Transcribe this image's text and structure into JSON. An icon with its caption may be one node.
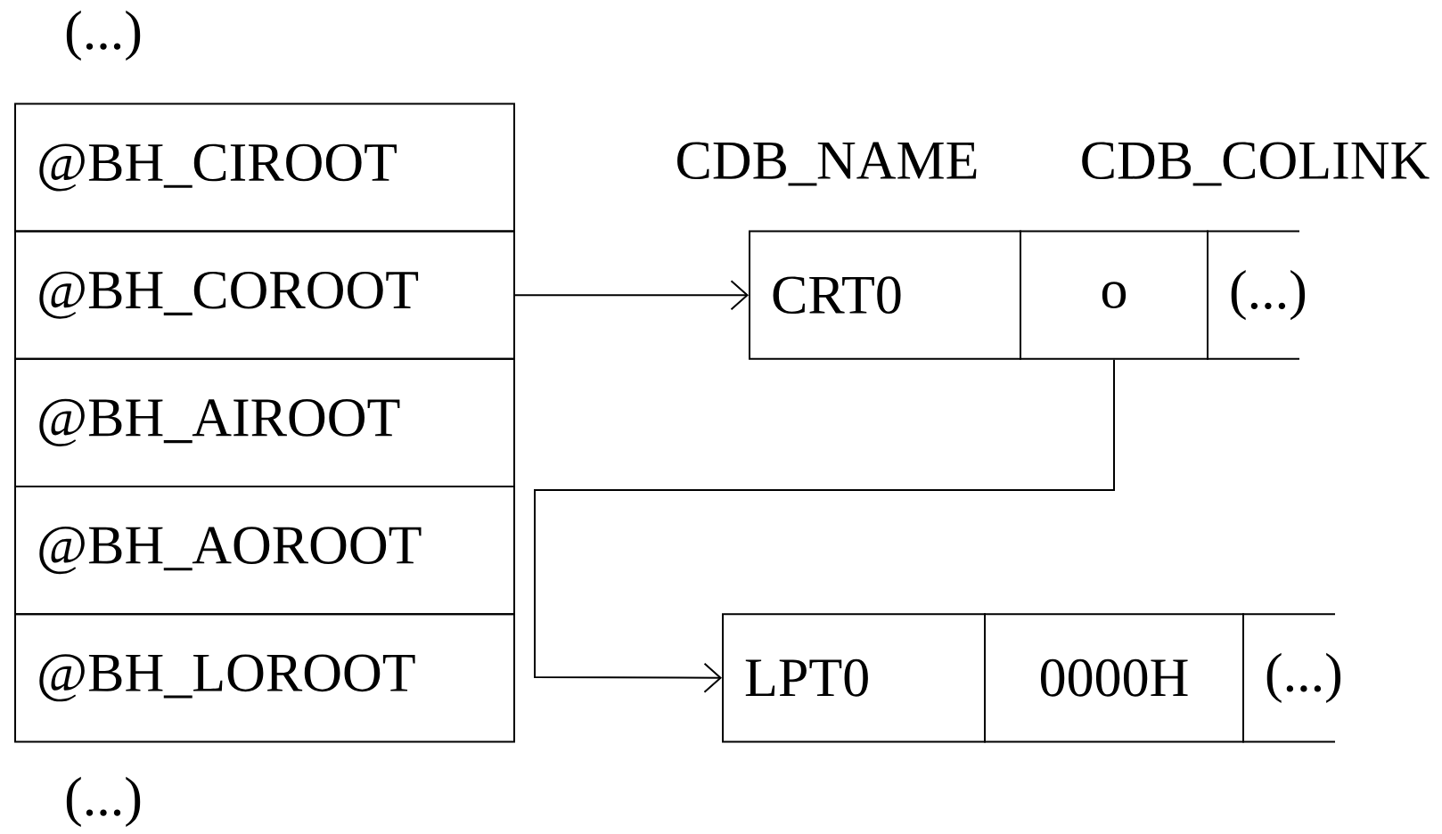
{
  "diagram": {
    "nodes": [
      {
        "text": [
          "@BH_CIROOT"
        ]
      },
      {
        "text": [
          "@BH_COROOT"
        ]
      },
      {
        "text": [
          "@BH_AIROOT"
        ]
      },
      {
        "text": [
          "@BH_AOROOT"
        ]
      },
      {
        "text": [
          "@BH_LOROOT"
        ]
      },
      {
        "text": [
          "CRT0"
        ]
      },
      {
        "text": [
          "o"
        ]
      },
      {
        "text": [
          "(...)"
        ]
      },
      {
        "text": [
          "LPT0"
        ]
      },
      {
        "text": [
          "0000H"
        ]
      },
      {
        "text": [
          "(...)"
        ]
      }
    ],
    "edges": [
      {
        "from": 1,
        "to": 5,
        "arrow": "to"
      },
      {
        "from": 6,
        "to": 8,
        "arrow": "to"
      }
    ],
    "labels": [
      "(...)",
      "CDB_NAME",
      "CDB_COLINK",
      "(...)"
    ]
  }
}
